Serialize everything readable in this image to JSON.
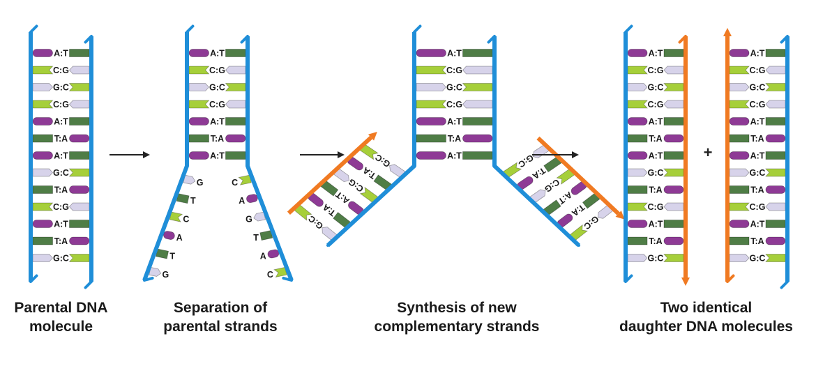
{
  "colors": {
    "parental_strand": "#1f8ed8",
    "new_strand": "#f07a22",
    "base_A": "#8e3a95",
    "base_T": "#4f7d46",
    "base_C": "#a6cf3a",
    "base_G": "#d7d3ea",
    "text": "#1a1a1a",
    "arrow": "#222222"
  },
  "captions": {
    "parental": [
      "Parental DNA",
      "molecule"
    ],
    "separation": [
      "Separation of",
      "parental strands"
    ],
    "synthesis": [
      "Synthesis of new",
      "complementary strands"
    ],
    "daughter": [
      "Two identical",
      "daughter DNA molecules"
    ]
  },
  "plus_sign": "+",
  "parental_pairs": [
    "A:T",
    "C:G",
    "G:C",
    "C:G",
    "A:T",
    "T:A",
    "A:T",
    "G:C",
    "T:A",
    "C:G",
    "A:T",
    "T:A",
    "G:C"
  ],
  "separation": {
    "paired": [
      "A:T",
      "C:G",
      "G:C",
      "C:G",
      "A:T",
      "T:A",
      "A:T"
    ],
    "left_unpaired": [
      "G",
      "T",
      "C",
      "A",
      "T",
      "G"
    ],
    "right_unpaired": [
      "C",
      "A",
      "G",
      "T",
      "A",
      "C"
    ]
  },
  "synthesis": {
    "paired": [
      "A:T",
      "C:G",
      "G:C",
      "C:G",
      "A:T",
      "T:A",
      "A:T"
    ],
    "left_arm": [
      "G:C",
      "T:A",
      "C:G",
      "A:T",
      "T:A",
      "G:C"
    ],
    "right_arm": [
      "G:C",
      "T:A",
      "C:G",
      "A:T",
      "T:A",
      "G:C"
    ]
  },
  "daughter_pairs": [
    "A:T",
    "C:G",
    "G:C",
    "C:G",
    "A:T",
    "T:A",
    "A:T",
    "G:C",
    "T:A",
    "C:G",
    "A:T",
    "T:A",
    "G:C"
  ]
}
